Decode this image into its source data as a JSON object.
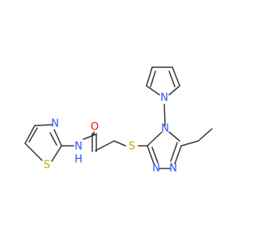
{
  "atoms": {
    "O": {
      "label": "O",
      "color": "#ff0d0d"
    },
    "N_thiazole": {
      "label": "N",
      "color": "#3050f8"
    },
    "S_thiazole": {
      "label": "S",
      "color": "#c6a900"
    },
    "NH": {
      "label": "N",
      "color": "#3050f8"
    },
    "H": {
      "label": "H",
      "color": "#3050f8"
    },
    "S_thioether": {
      "label": "S",
      "color": "#c6a900"
    },
    "N_pyrrole": {
      "label": "N",
      "color": "#3050f8"
    },
    "N4_triazole": {
      "label": "N",
      "color": "#3050f8"
    },
    "N1_triazole": {
      "label": "N",
      "color": "#3050f8"
    },
    "N2_triazole": {
      "label": "N",
      "color": "#3050f8"
    }
  },
  "bond_color": "#383838"
}
